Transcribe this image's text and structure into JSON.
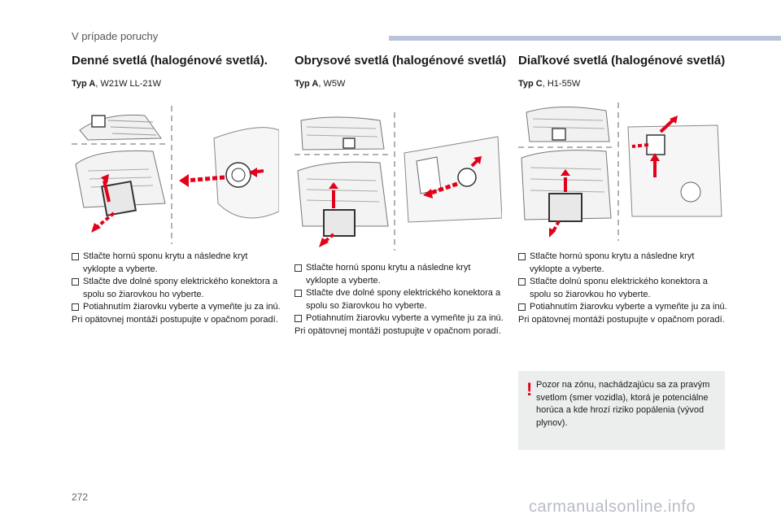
{
  "header": {
    "section": "V prípade poruchy"
  },
  "columns": [
    {
      "title": "Denné svetlá (halogénové svetlá).",
      "type_label": "Typ A",
      "type_value": ", W21W LL-21W",
      "steps": [
        "Stlačte hornú sponu krytu a následne kryt vyklopte a vyberte.",
        "Stlačte dve dolné spony elektrického konektora a spolu so žiarovkou ho vyberte.",
        "Potiahnutím žiarovku vyberte a vymeňte ju za inú."
      ],
      "note": "Pri opätovnej montáži postupujte v opačnom poradí."
    },
    {
      "title": "Obrysové svetlá (halogénové svetlá)",
      "type_label": "Typ A",
      "type_value": ", W5W",
      "steps": [
        "Stlačte hornú sponu krytu a následne kryt vyklopte a vyberte.",
        "Stlačte dve dolné spony elektrického konektora a spolu so žiarovkou ho vyberte.",
        "Potiahnutím žiarovku vyberte a vymeňte ju za inú."
      ],
      "note": "Pri opätovnej montáži postupujte v opačnom poradí."
    },
    {
      "title": "Diaľkové svetlá (halogénové svetlá)",
      "type_label": "Typ C",
      "type_value": ", H1-55W",
      "steps": [
        "Stlačte hornú sponu krytu a následne kryt vyklopte a vyberte.",
        "Stlačte dolnú sponu elektrického konektora a spolu so žiarovkou ho vyberte.",
        "Potiahnutím žiarovku vyberte a vymeňte ju za inú."
      ],
      "note": "Pri opätovnej montáži postupujte v opačnom poradí."
    }
  ],
  "warning": {
    "mark": "!",
    "text": "Pozor na zónu, nachádzajúcu sa za pravým svetlom (smer vozidla), ktorá je potenciálne horúca a kde hrozí riziko popálenia (vývod plynov)."
  },
  "footer": {
    "page_number": "272",
    "watermark": "carmanualsonline.info"
  },
  "colors": {
    "header_bar": "#b9c3d9",
    "arrow_red": "#e2001a",
    "warning_bg": "#eceeee",
    "dashed_line": "#999999"
  }
}
